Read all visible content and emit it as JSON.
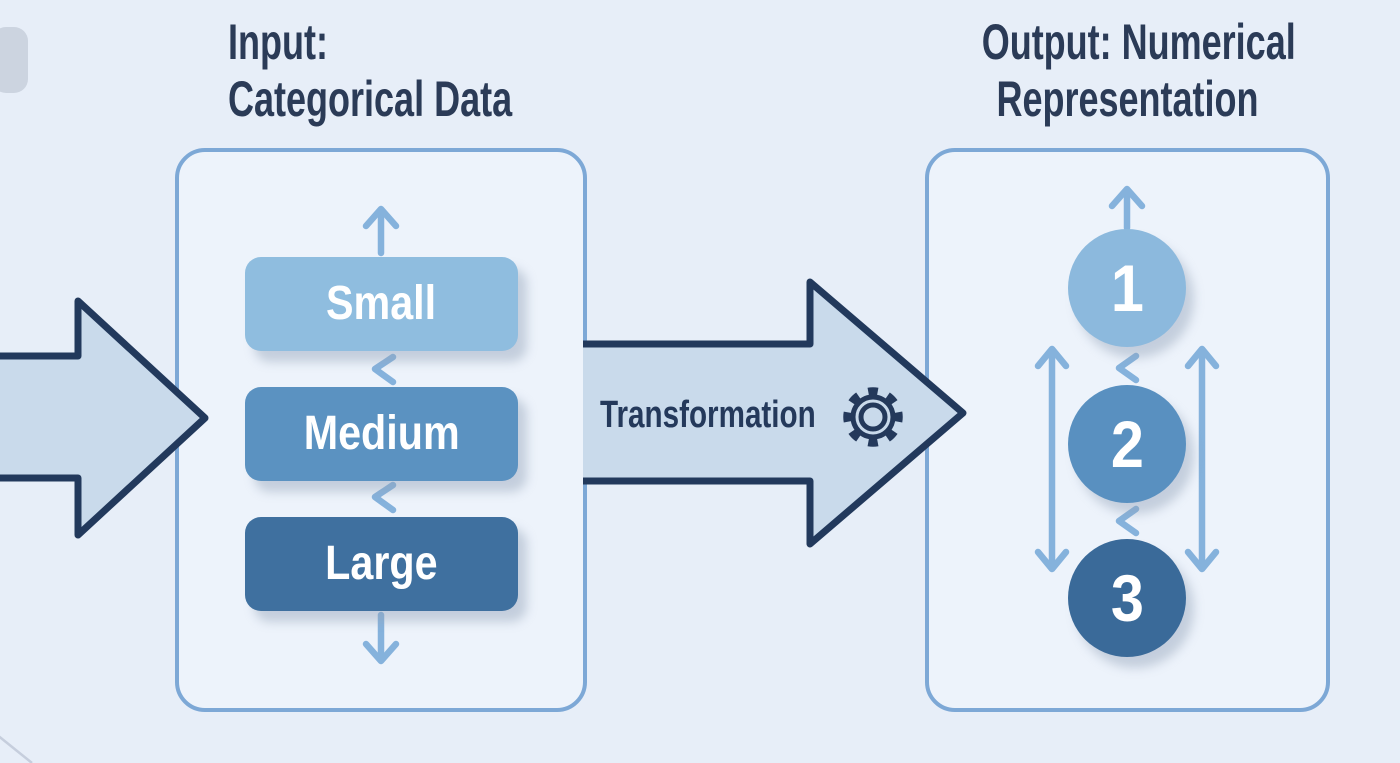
{
  "titles": {
    "input_line1": "Input:",
    "input_line2": "Categorical Data",
    "output_line1": "Output: Numerical",
    "output_line2": "Representation"
  },
  "input_panel": {
    "items": [
      {
        "label": "Small",
        "color": "#8fbddf"
      },
      {
        "label": "Medium",
        "color": "#5b92c1"
      },
      {
        "label": "Large",
        "color": "#3f709f"
      }
    ]
  },
  "transform": {
    "label": "Transformation",
    "icon": "gear-icon"
  },
  "output_panel": {
    "items": [
      {
        "value": "1",
        "color": "#8cb9dd"
      },
      {
        "value": "2",
        "color": "#5990c0"
      },
      {
        "value": "3",
        "color": "#3a6a99"
      }
    ]
  },
  "colors": {
    "background": "#e7eef8",
    "panel_fill": "#edf3fb",
    "panel_border": "#7da8d6",
    "big_arrow_fill": "#c9daeb",
    "big_arrow_outline": "#22395c",
    "light_arrow": "#85b2dc",
    "title_text": "#2b3b57",
    "label_text": "#ffffff"
  }
}
